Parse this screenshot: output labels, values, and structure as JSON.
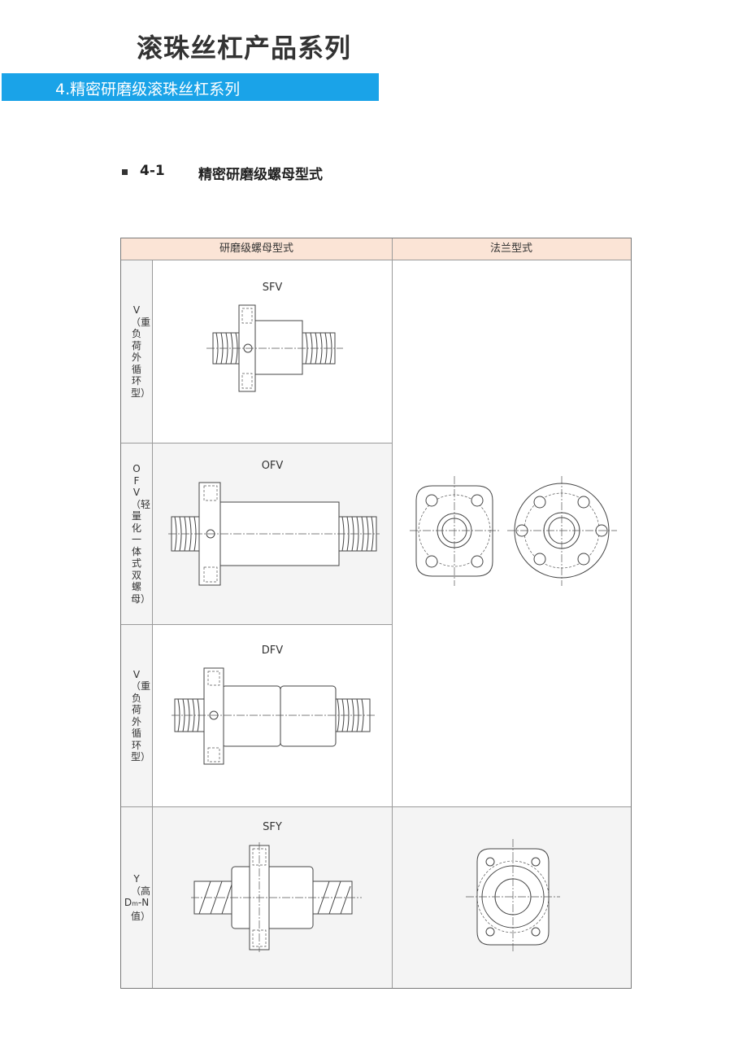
{
  "header": {
    "title": "滚珠丝杠产品系列",
    "section": "4.精密研磨级滚珠丝杠系列"
  },
  "subsection": {
    "number": "4-1",
    "label": "精密研磨级螺母型式"
  },
  "table": {
    "col_nut_type": "研磨级螺母型式",
    "col_flange_type": "法兰型式",
    "rows": [
      {
        "label": "V（重负荷外循环型）",
        "model": "SFV"
      },
      {
        "label": "OFV（轻量化一体式双螺母）",
        "model": "OFV"
      },
      {
        "label": "V（重负荷外循环型）",
        "model": "DFV"
      },
      {
        "label_main": "Y（高",
        "label_d": "D",
        "label_sub": "m",
        "label_rest": "-N",
        "label_end": "值）",
        "model": "SFY"
      }
    ]
  },
  "colors": {
    "section_bar": "#1aa3e8",
    "table_header": "#fbe4d6",
    "row_shade": "#f4f4f4"
  }
}
